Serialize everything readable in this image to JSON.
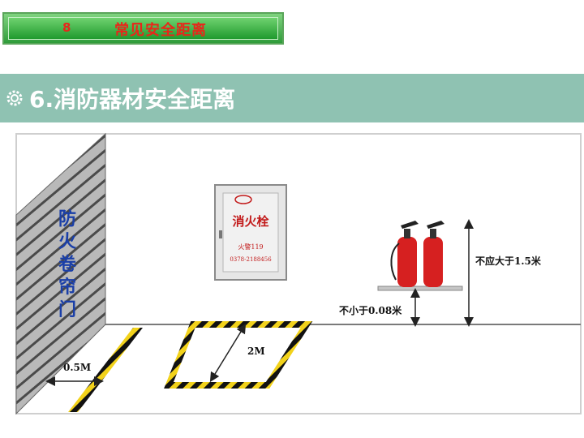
{
  "banner": {
    "number": "8",
    "title": "常见安全距离"
  },
  "header": {
    "icon": "gear-icon",
    "title": "6.消防器材安全距离"
  },
  "illustration": {
    "door_label": [
      "防",
      "火",
      "卷",
      "帘",
      "门"
    ],
    "cabinet": {
      "top": "消火栓",
      "line1": "火警119",
      "line2": "0378-2188456"
    },
    "dim_height": "不应大于1.5米",
    "dim_base": "不小于0.08米",
    "dim_door": "0.5M",
    "dim_zone": "2M"
  },
  "colors": {
    "header_bg": "#8fc2b2",
    "banner_green": "#2f9c3a",
    "title_red": "#e8261a",
    "door_blue": "#1a3fa8"
  }
}
